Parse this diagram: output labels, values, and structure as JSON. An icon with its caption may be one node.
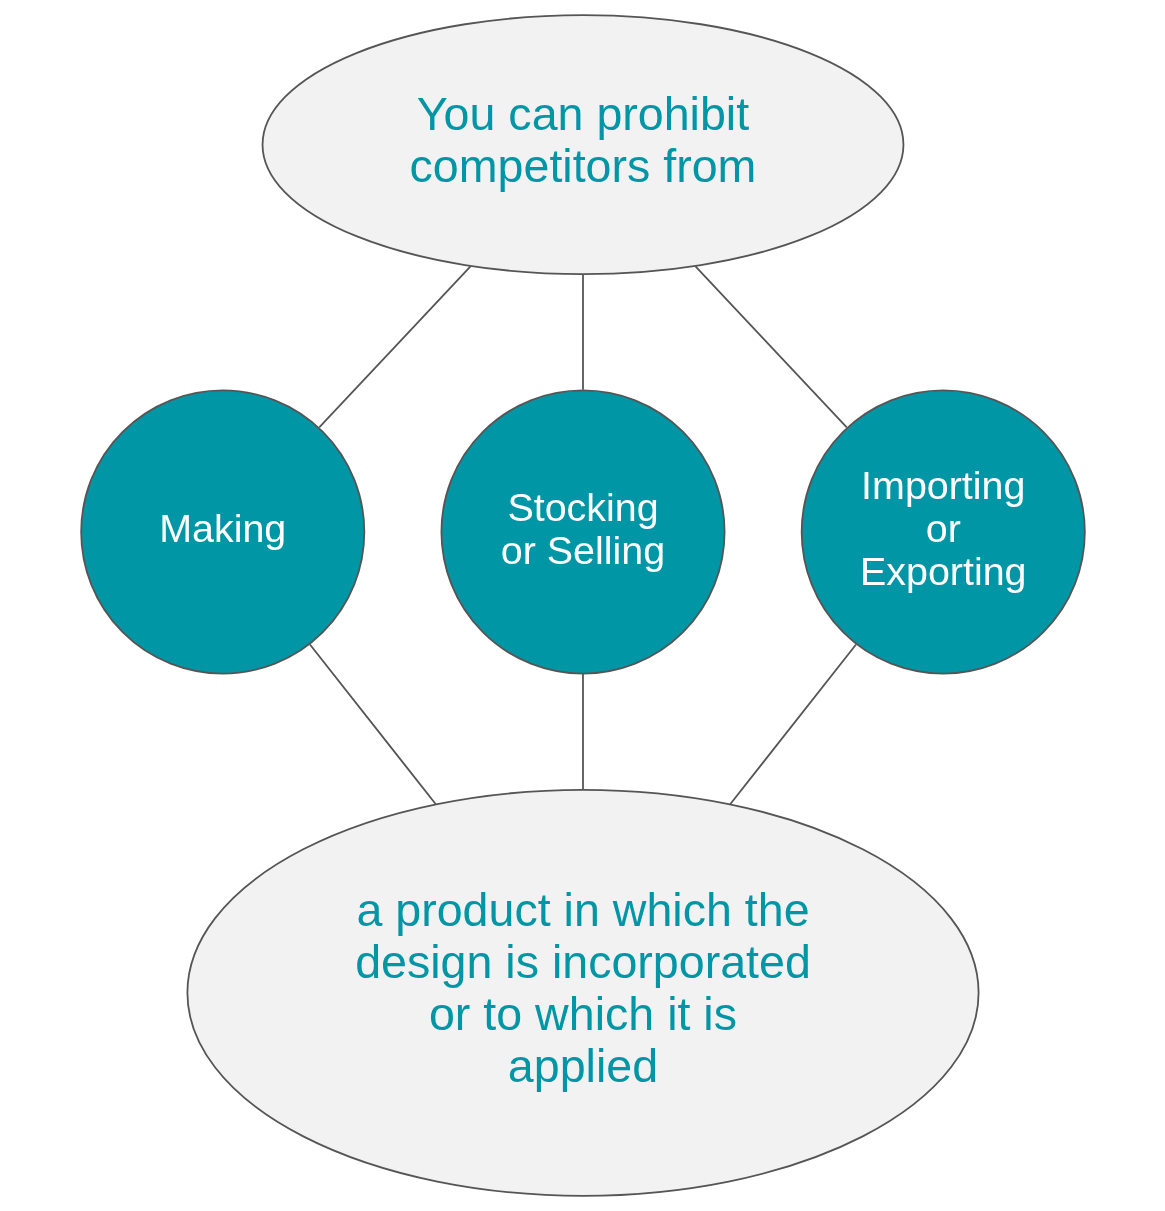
{
  "diagram": {
    "nodes": [
      {
        "text": [
          "You can prohibit competitors from"
        ]
      },
      {
        "text": [
          "Making"
        ]
      },
      {
        "text": [
          "Stocking or Selling"
        ]
      },
      {
        "text": [
          "Importing or Exporting"
        ]
      },
      {
        "text": [
          "a product in which the design is incorporated or to which it is applied"
        ]
      }
    ],
    "edges": [
      {
        "from": 0,
        "to": 1,
        "arrow": "none"
      },
      {
        "from": 0,
        "to": 2,
        "arrow": "none"
      },
      {
        "from": 0,
        "to": 3,
        "arrow": "none"
      },
      {
        "from": 1,
        "to": 4,
        "arrow": "none"
      },
      {
        "from": 2,
        "to": 4,
        "arrow": "none"
      },
      {
        "from": 3,
        "to": 4,
        "arrow": "none"
      }
    ]
  }
}
